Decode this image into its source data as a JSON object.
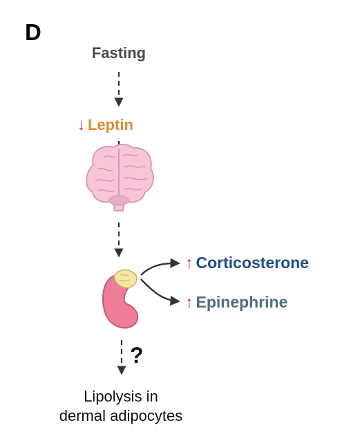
{
  "panel": {
    "letter": "D"
  },
  "nodes": {
    "fasting": "Fasting",
    "leptin": {
      "label": "Leptin",
      "direction_symbol": "↓"
    },
    "corticosterone": {
      "label": "Corticosterone",
      "direction_symbol": "↑"
    },
    "epinephrine": {
      "label": "Epinephrine",
      "direction_symbol": "↑"
    },
    "uncertain_link": "?",
    "outcome_line1": "Lipolysis in",
    "outcome_line2": "dermal adipocytes"
  },
  "icons": {
    "brain": "brain-icon",
    "adrenal": "adrenal-kidney-icon"
  },
  "colors": {
    "fasting": "#4a4a4a",
    "leptin": "#e28a32",
    "corticosterone": "#1e4d86",
    "epinephrine": "#4e6d7c",
    "change_arrow": "#d2232a",
    "flow_arrow": "#333333"
  }
}
